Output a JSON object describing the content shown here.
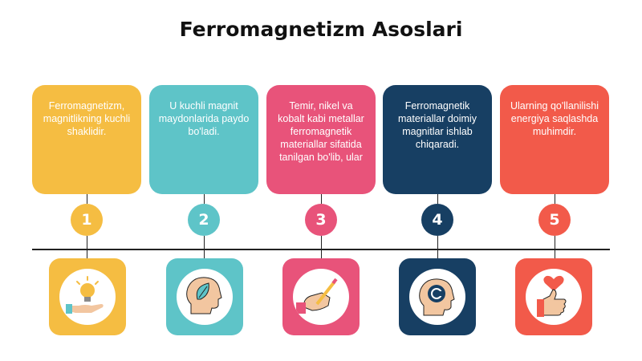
{
  "title": "Ferromagnetizm Asoslari",
  "colors": {
    "orange": "#f5bd42",
    "teal": "#5ec4c8",
    "pink": "#e8537a",
    "navy": "#173f63",
    "red": "#f25a4a"
  },
  "steps": [
    {
      "number": "1",
      "text": "Ferromagnetizm, magnitlikning kuchli shaklidir.",
      "icon": "lightbulb-hand-icon"
    },
    {
      "number": "2",
      "text": "U kuchli magnit maydonlarida paydo bo'ladi.",
      "icon": "head-leaf-icon"
    },
    {
      "number": "3",
      "text": "Temir, nikel va kobalt kabi metallar ferromagnetik materiallar sifatida tanilgan bo'lib, ular",
      "icon": "hand-pencil-icon"
    },
    {
      "number": "4",
      "text": "Ferromagnetik materiallar doimiy magnitlar ishlab chiqaradi.",
      "icon": "head-copyright-icon"
    },
    {
      "number": "5",
      "text": "Ularning qo'llanilishi energiya saqlashda muhimdir.",
      "icon": "heart-thumb-icon"
    }
  ]
}
